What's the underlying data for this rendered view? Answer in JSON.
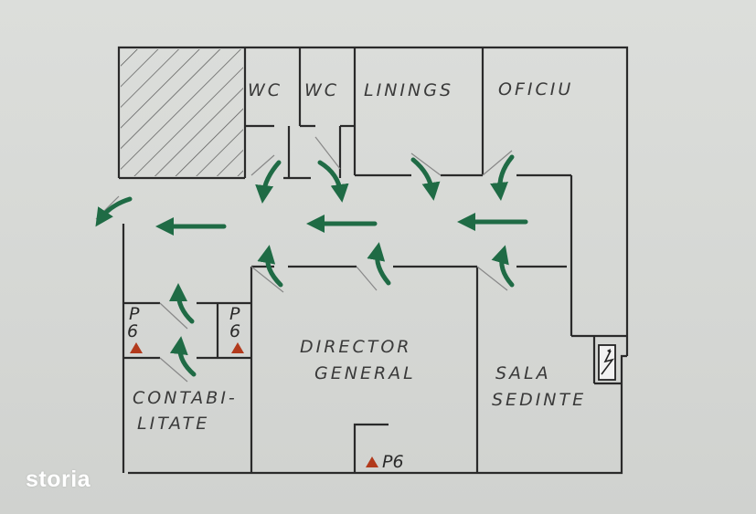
{
  "rooms": {
    "wc1": "WC",
    "wc2": "WC",
    "linings": "LININGS",
    "oficiu": "OFICIU",
    "director_line1": "DIRECTOR",
    "director_line2": "GENERAL",
    "sala_line1": "SALA",
    "sala_line2": "SEDINTE",
    "contab_line1": "CONTABI-",
    "contab_line2": "LITATE"
  },
  "markers": {
    "p6_left_p": "P",
    "p6_left_6": "6",
    "p6_right_p": "P",
    "p6_right_6": "6",
    "p6_bottom": "P6"
  },
  "colors": {
    "wall": "#2a2a2a",
    "arrow": "#1f6b45",
    "marker": "#b23a1c",
    "hatch": "#555555"
  },
  "watermark": "storia"
}
